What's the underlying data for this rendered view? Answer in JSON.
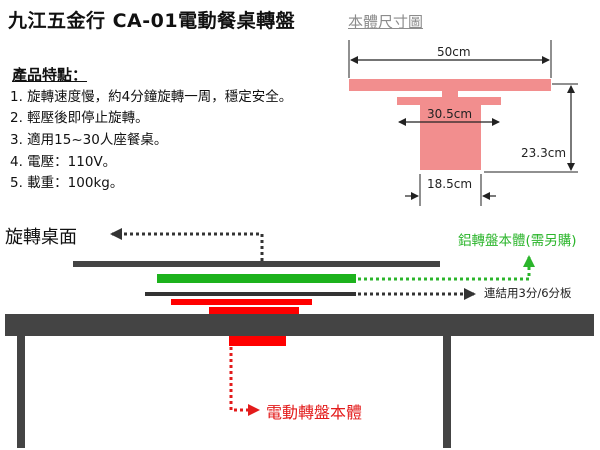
{
  "title": "九江五金行 CA-01電動餐桌轉盤",
  "features": {
    "heading": "產品特點：",
    "items": [
      "1. 旋轉速度慢，約4分鐘旋轉一周，穩定安全。",
      "2. 輕壓後即停止旋轉。",
      "3. 適用15~30人座餐桌。",
      "4. 電壓：110V。",
      "5. 載重：100kg。"
    ]
  },
  "dimension_diagram": {
    "title": "本體尺寸圖",
    "labels": {
      "top_width": "50cm",
      "middle_width": "30.5cm",
      "height": "23.3cm",
      "base_width": "18.5cm"
    }
  },
  "assembly_diagram": {
    "labels": {
      "rotating_tabletop": "旋轉桌面",
      "aluminum_plate": "鋁轉盤本體(需另購)",
      "connecting_board": "連結用3分/6分板",
      "motor_body": "電動轉盤本體"
    }
  },
  "colors": {
    "dimension_fill": "#f28e8e",
    "motor_red": "#ff0000",
    "aluminum_green": "#1db21d",
    "table_gray": "#444444",
    "label_red": "#e31b1b",
    "label_green": "#2bb52b"
  }
}
